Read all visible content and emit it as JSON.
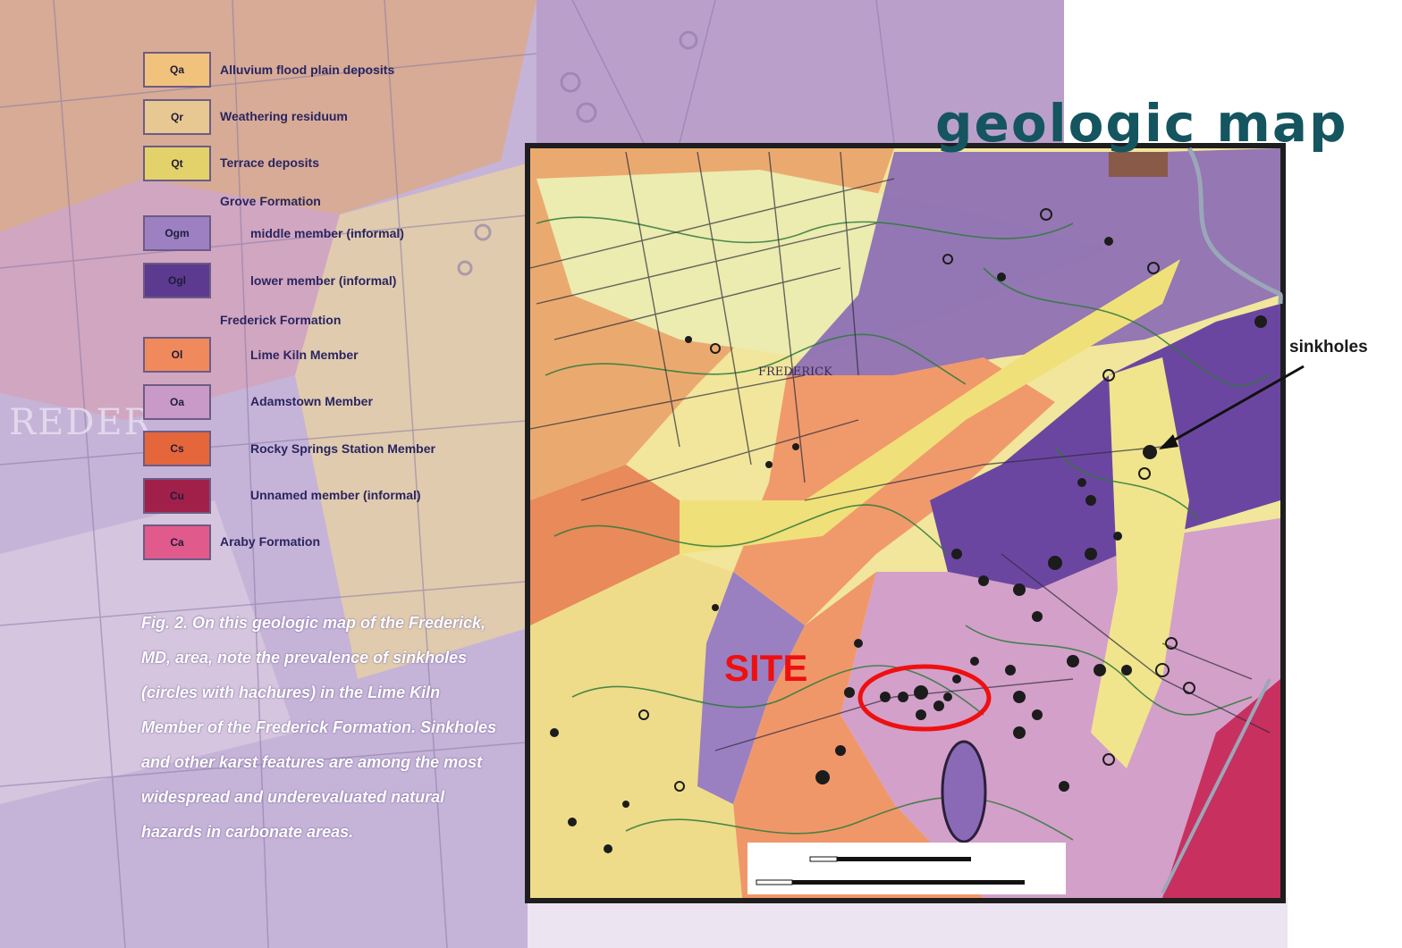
{
  "title": "geologic map",
  "annotations": {
    "sinkholes": "sinkholes",
    "site": "SITE",
    "frederick_town": "FREDERICK",
    "background_town": "REDER"
  },
  "legend": {
    "items": [
      {
        "code": "Qa",
        "label": "Alluvium flood plain deposits",
        "color": "#f0c27c"
      },
      {
        "code": "Qr",
        "label": "Weathering residuum",
        "color": "#e8c892"
      },
      {
        "code": "Qt",
        "label": "Terrace deposits",
        "color": "#e3d26a"
      },
      {
        "code": "Ogm",
        "label": "middle member (informal)",
        "color": "#9c80c2"
      },
      {
        "code": "Ogl",
        "label": "lower member (informal)",
        "color": "#5b3a8f"
      },
      {
        "code": "Ol",
        "label": "Lime Kiln Member",
        "color": "#f08a5c"
      },
      {
        "code": "Oa",
        "label": "Adamstown Member",
        "color": "#c99ac7"
      },
      {
        "code": "Cs",
        "label": "Rocky Springs Station Member",
        "color": "#e5663a"
      },
      {
        "code": "Cu",
        "label": "Unnamed member (informal)",
        "color": "#a0204a"
      },
      {
        "code": "Ca",
        "label": "Araby Formation",
        "color": "#e05a8c"
      }
    ],
    "groups": [
      "Grove Formation",
      "Frederick Formation"
    ]
  },
  "caption": "Fig. 2. On this geologic map of the Frederick, MD, area, note the prevalence of sinkholes (circles with hachures) in the Lime Kiln Member of the Frederick Formation. Sinkholes and other karst features are among the most widespread and underevaluated natural hazards in carbonate areas.",
  "colors": {
    "title": "#14555f",
    "site_marker": "#ee1010",
    "map_frame": "#1e1e1e"
  }
}
